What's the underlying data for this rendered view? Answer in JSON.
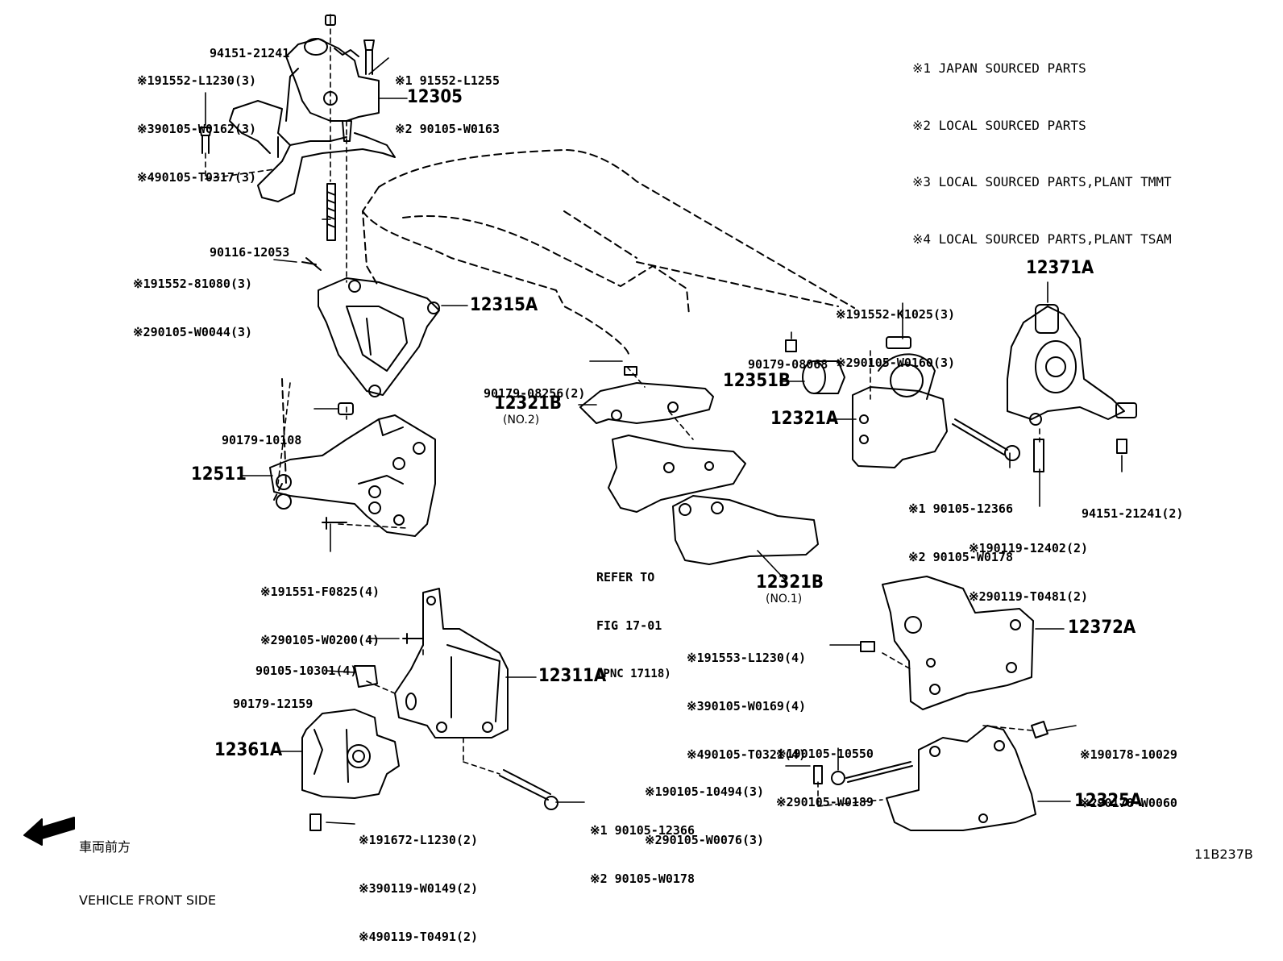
{
  "legend": [
    "※1 JAPAN SOURCED PARTS",
    "※2 LOCAL SOURCED PARTS",
    "※3 LOCAL SOURCED PARTS,PLANT TMMT",
    "※4 LOCAL SOURCED PARTS,PLANT TSAM"
  ],
  "ref_numbers": {
    "r12305": "12305",
    "r12315A": "12315A",
    "r12511": "12511",
    "r12311A": "12311A",
    "r12361A": "12361A",
    "r12321B_no2": "12321B",
    "r12321B_no1": "12321B",
    "r12351B": "12351B",
    "r12321A": "12321A",
    "r12371A": "12371A",
    "r12372A": "12372A",
    "r12325A": "12325A"
  },
  "sub_labels": {
    "no2": "(NO.2)",
    "no1": "(NO.1)"
  },
  "part_numbers": {
    "p94151_top": [
      "94151-21241"
    ],
    "p_top_left": [
      "※191552-L1230(3)",
      "※390105-W0162(3)",
      "※490105-T0317(3)"
    ],
    "p_top_mid": [
      "※1 91552-L1255",
      "※2 90105-W0163"
    ],
    "p90116": [
      "90116-12053"
    ],
    "p81080": [
      "※191552-81080(3)",
      "※290105-W0044(3)"
    ],
    "p10108": [
      "90179-10108"
    ],
    "pF0825": [
      "※191551-F0825(4)",
      "※290105-W0200(4)"
    ],
    "p10301": [
      "90105-10301(4)"
    ],
    "p12159": [
      "90179-12159"
    ],
    "p_bottom_left": [
      "※191672-L1230(2)",
      "※390119-W0149(2)",
      "※490119-T0491(2)"
    ],
    "p_bolt_12366_bottom": [
      "※1 90105-12366",
      "※2 90105-W0178"
    ],
    "p08256": [
      "90179-08256(2)"
    ],
    "p08068": [
      "90179-08068"
    ],
    "pK1025": [
      "※191552-K1025(3)",
      "※290105-W0160(3)"
    ],
    "p_bolt_12366_right": [
      "※1 90105-12366",
      "※2 90105-W0178"
    ],
    "p12402": [
      "※190119-12402(2)",
      "※290119-T0481(2)"
    ],
    "p94151_right": [
      "94151-21241(2)"
    ],
    "pL1230_4": [
      "※191553-L1230(4)",
      "※390105-W0169(4)",
      "※490105-T0321(4)"
    ],
    "p10550": [
      "※190105-10550",
      "※290105-W0189"
    ],
    "p10494": [
      "※190105-10494(3)",
      "※290105-W0076(3)"
    ],
    "p10029": [
      "※190178-10029",
      "※290178-W0060"
    ]
  },
  "refer_note": [
    "REFER TO",
    "FIG 17-01",
    "(PNC 17118)"
  ],
  "front_note": [
    "車両前方",
    "VEHICLE FRONT SIDE"
  ],
  "diagram_code": "11B237B"
}
